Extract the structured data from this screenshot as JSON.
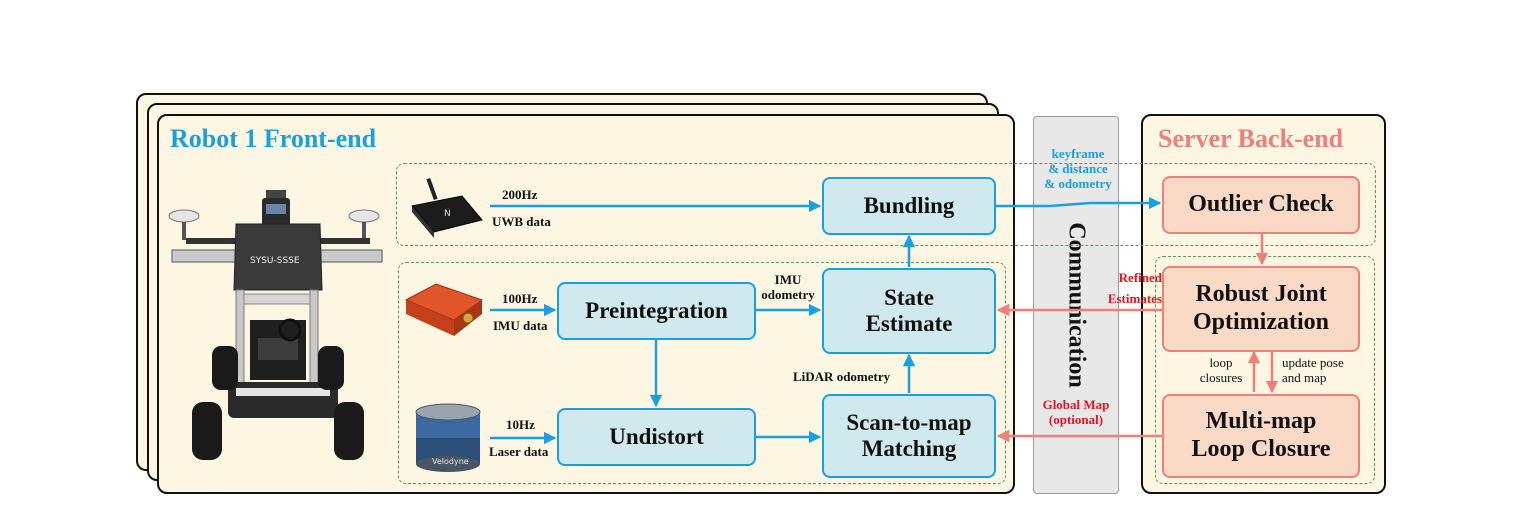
{
  "frontend": {
    "title": "Robot 1 Front-end",
    "title_color": "#1aa0e0"
  },
  "backend": {
    "title": "Server Back-end",
    "title_color": "#ef7f79"
  },
  "communication": {
    "label": "Communication"
  },
  "robot": {
    "plate": "SYSU-SSSE"
  },
  "sensors": {
    "uwb": {
      "rate": "200Hz",
      "label": "UWB data"
    },
    "imu": {
      "rate": "100Hz",
      "label": "IMU data"
    },
    "laser": {
      "rate": "10Hz",
      "label": "Laser data",
      "brand": "Velodyne"
    }
  },
  "blocks": {
    "bundling": "Bundling",
    "preintegration": "Preintegration",
    "undistort": "Undistort",
    "state_estimate_1": "State",
    "state_estimate_2": "Estimate",
    "scan_matching_1": "Scan-to-map",
    "scan_matching_2": "Matching",
    "outlier_check": "Outlier Check",
    "robust_1": "Robust Joint",
    "robust_2": "Optimization",
    "multimap_1": "Multi-map",
    "multimap_2": "Loop Closure"
  },
  "edges": {
    "imu_odom_1": "IMU",
    "imu_odom_2": "odometry",
    "lidar_odom": "LiDAR odometry",
    "kf_1": "keyframe",
    "kf_2": "& distance",
    "kf_3": "& odometry",
    "refined_1": "Refined",
    "refined_2": "Estimates",
    "global_1": "Global Map",
    "global_2": "(optional)",
    "loop_1": "loop",
    "loop_2": "closures",
    "update_1": "update pose",
    "update_2": "and map"
  },
  "colors": {
    "blue": "#1aa0e0",
    "pink": "#ef7f79",
    "red_text": "#e8141c",
    "panel": "#fdf6e3",
    "green_dash": "#5a9a5a"
  }
}
